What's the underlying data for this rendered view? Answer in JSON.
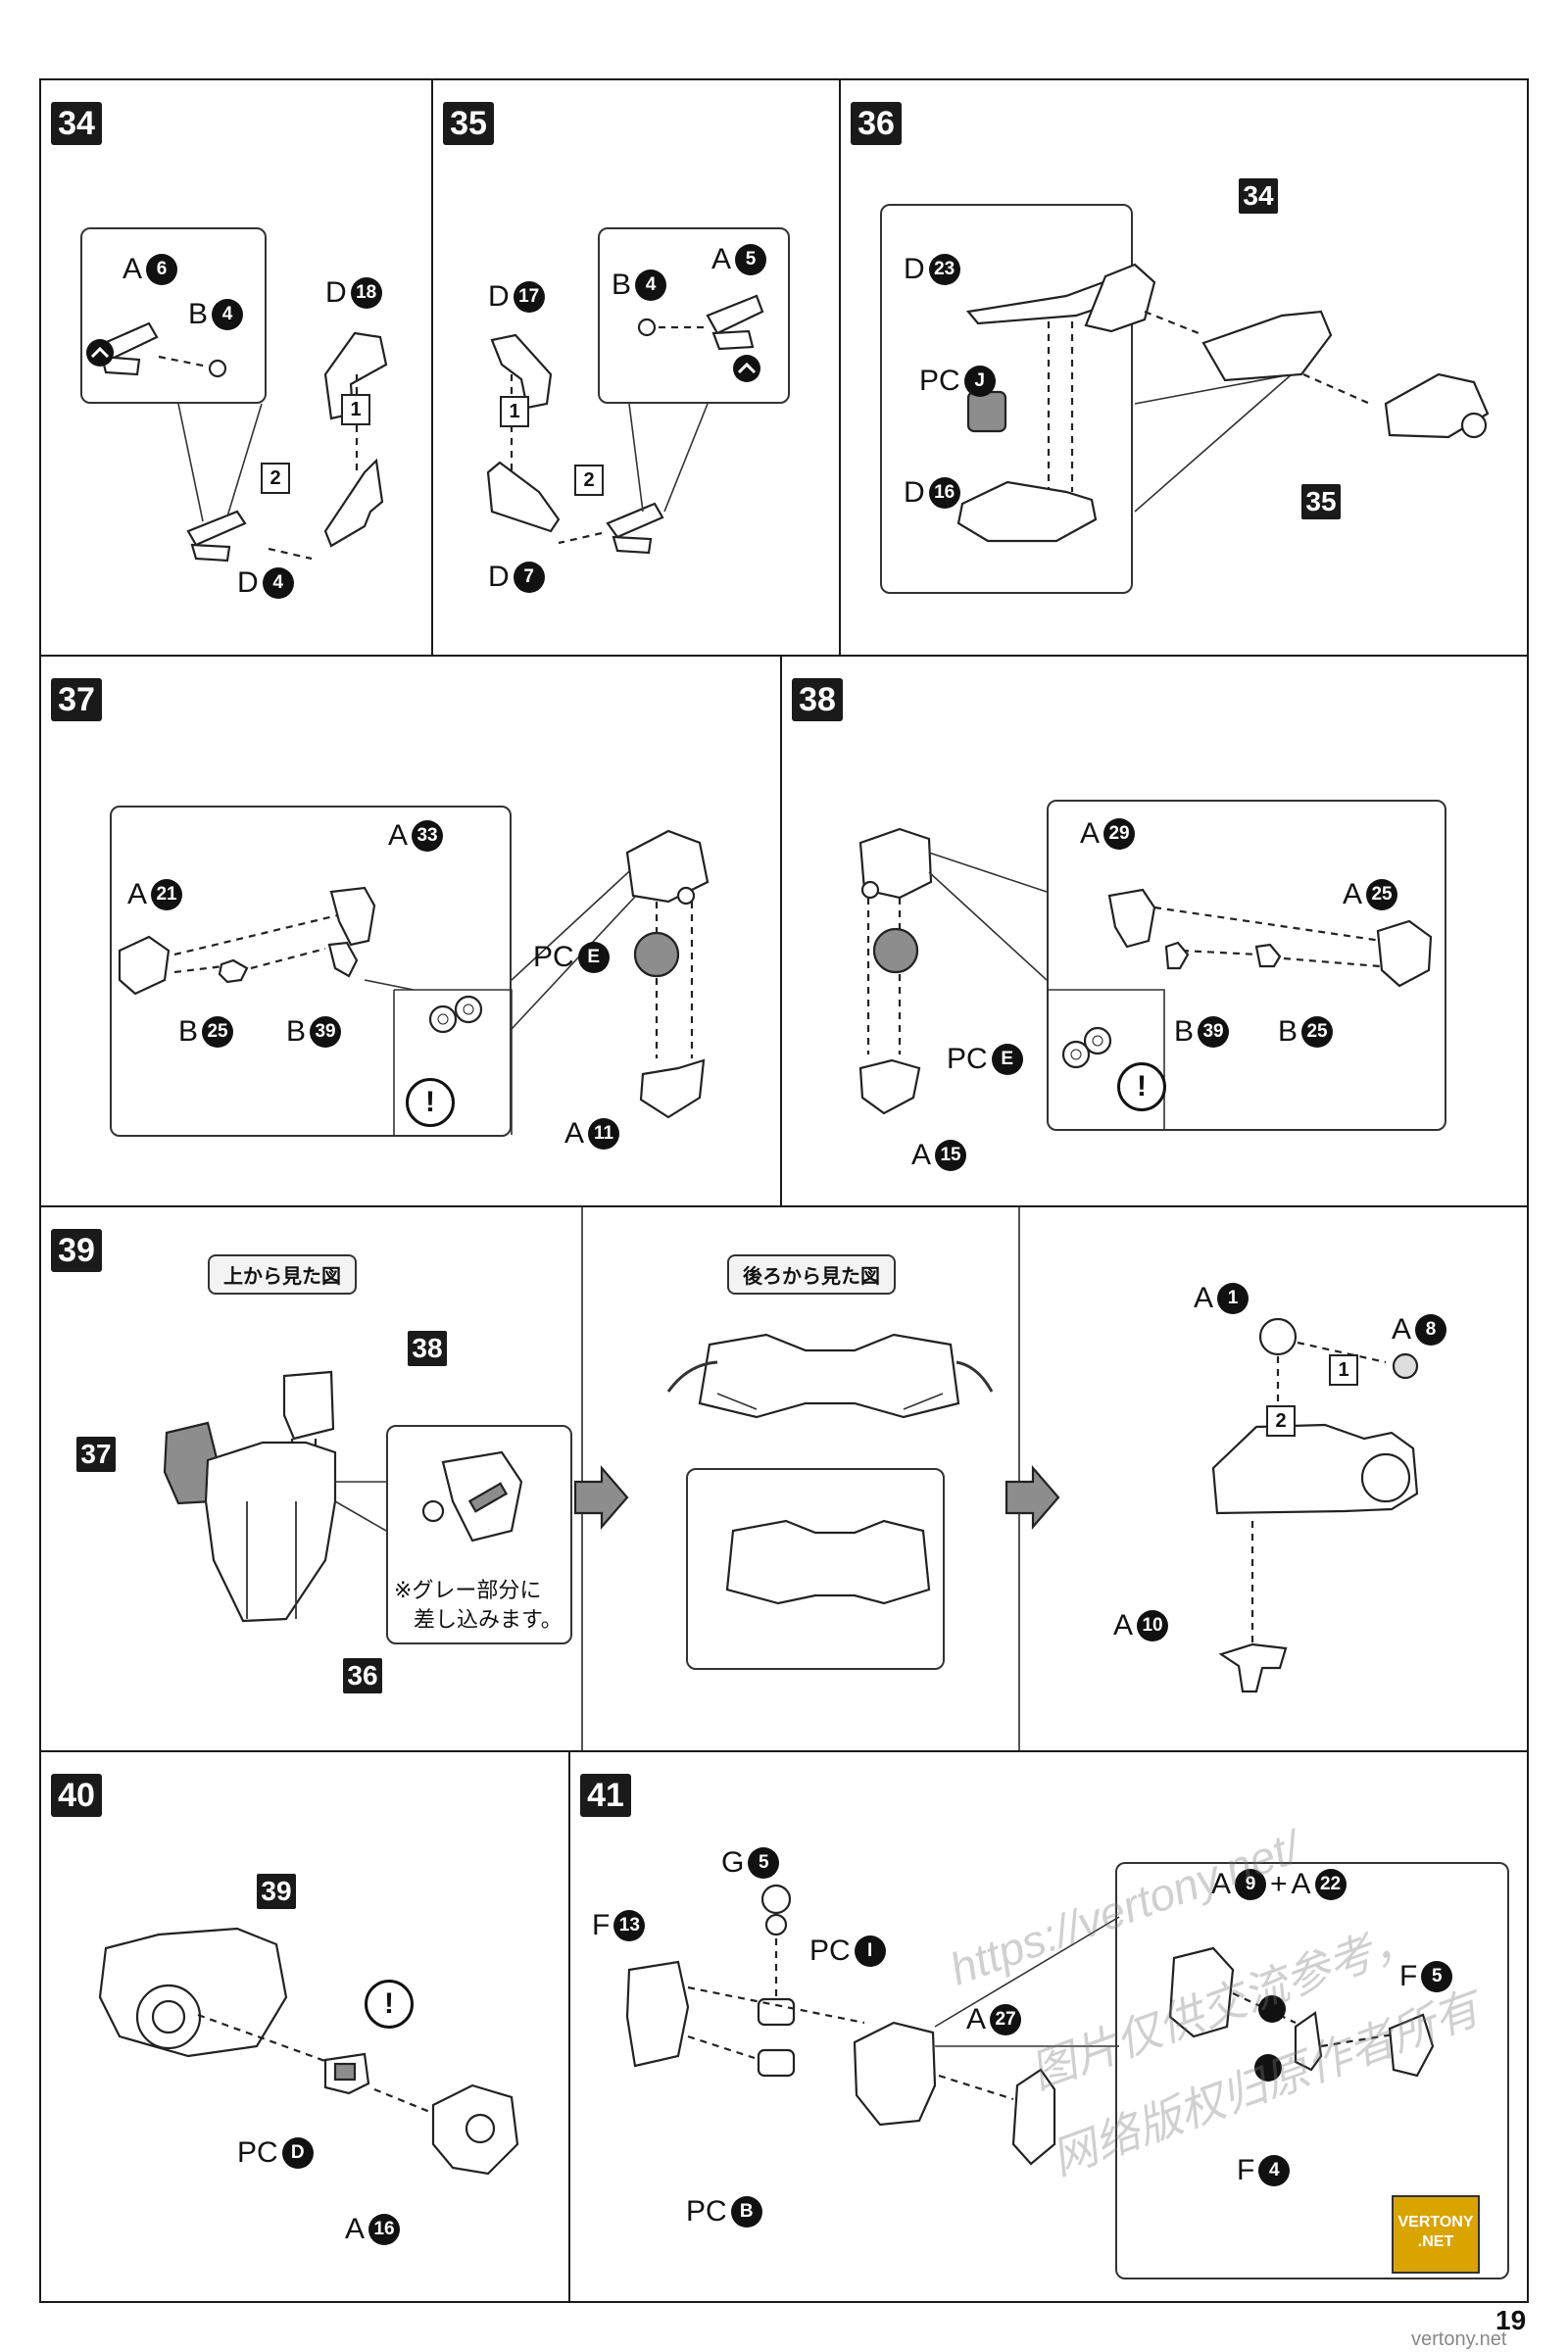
{
  "steps": {
    "s34": {
      "num": "34",
      "a6": "A",
      "a6n": "6",
      "b4": "B",
      "b4n": "4",
      "d18": "D",
      "d18n": "18",
      "d4": "D",
      "d4n": "4",
      "step1": "1",
      "step2": "2"
    },
    "s35": {
      "num": "35",
      "d17": "D",
      "d17n": "17",
      "b4": "B",
      "b4n": "4",
      "a5": "A",
      "a5n": "5",
      "d7": "D",
      "d7n": "7",
      "step1": "1",
      "step2": "2"
    },
    "s36": {
      "num": "36",
      "d23": "D",
      "d23n": "23",
      "pcj": "PC",
      "pcjn": "J",
      "d16": "D",
      "d16n": "16",
      "ref34": "34",
      "ref35": "35"
    },
    "s37": {
      "num": "37",
      "a33": "A",
      "a33n": "33",
      "a21": "A",
      "a21n": "21",
      "b25": "B",
      "b25n": "25",
      "b39": "B",
      "b39n": "39",
      "pce": "PC",
      "pcen": "E",
      "a11": "A",
      "a11n": "11",
      "warn": "!"
    },
    "s38": {
      "num": "38",
      "a29": "A",
      "a29n": "29",
      "a25": "A",
      "a25n": "25",
      "b39": "B",
      "b39n": "39",
      "b25": "B",
      "b25n": "25",
      "pce": "PC",
      "pcen": "E",
      "a15": "A",
      "a15n": "15",
      "warn": "!"
    },
    "s39": {
      "num": "39",
      "view_top": "上から見た図",
      "view_back": "後ろから見た図",
      "ref38": "38",
      "ref37": "37",
      "ref36": "36",
      "note1": "※グレー部分に",
      "note2": "差し込みます。",
      "a1": "A",
      "a1n": "1",
      "a8": "A",
      "a8n": "8",
      "a10": "A",
      "a10n": "10",
      "step1": "1",
      "step2": "2"
    },
    "s40": {
      "num": "40",
      "ref39": "39",
      "pcd": "PC",
      "pcdn": "D",
      "a16": "A",
      "a16n": "16",
      "warn": "!"
    },
    "s41": {
      "num": "41",
      "g5": "G",
      "g5n": "5",
      "pci": "PC",
      "pcin": "I",
      "f13": "F",
      "f13n": "13",
      "a27": "A",
      "a27n": "27",
      "pcb": "PC",
      "pcbn": "B",
      "a9": "A",
      "a9n": "9",
      "plus": "+",
      "a22": "A",
      "a22n": "22",
      "f5": "F",
      "f5n": "5",
      "f4": "F",
      "f4n": "4"
    }
  },
  "watermark": {
    "line1": "https://vertony.net/",
    "line2": "图片仅供交流参考，",
    "line3": "网络版权归原作者所有"
  },
  "badge": {
    "line1": "VERTONY",
    "line2": ".NET"
  },
  "page_number": "19",
  "footer": "vertony.net"
}
